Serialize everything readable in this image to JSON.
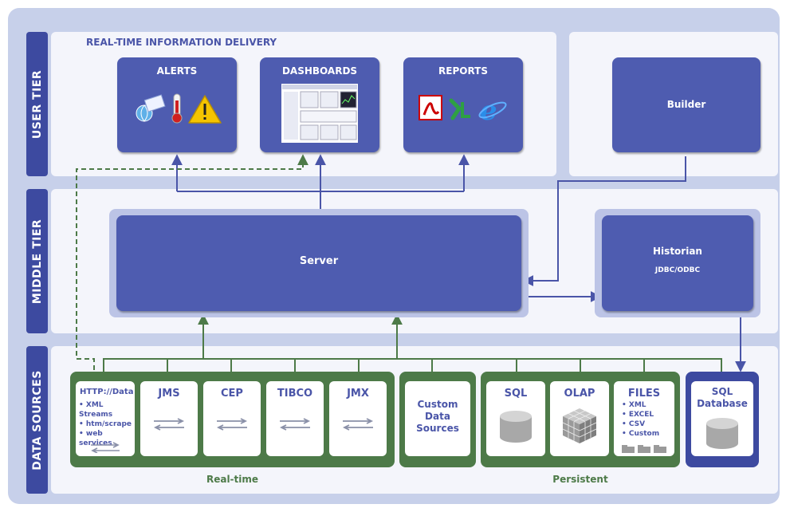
{
  "tiers": {
    "user": "USER TIER",
    "middle": "MIDDLE TIER",
    "data": "DATA SOURCES"
  },
  "user_tier": {
    "caption": "REAL-TIME INFORMATION DELIVERY",
    "alerts": {
      "label": "ALERTS",
      "icons": [
        "envelope-globe-icon",
        "thermometer-icon",
        "warning-icon"
      ]
    },
    "dashboards": {
      "label": "DASHBOARDS",
      "icons": [
        "dashboard-screenshot-icon"
      ]
    },
    "reports": {
      "label": "REPORTS",
      "icons": [
        "pdf-icon",
        "excel-icon",
        "internet-explorer-icon"
      ]
    },
    "builder": "Builder"
  },
  "middle_tier": {
    "server": "Server",
    "historian": {
      "title": "Historian",
      "subtitle": "JDBC/ODBC"
    }
  },
  "data_sources": {
    "realtime": {
      "caption": "Real-time",
      "http": {
        "title": "HTTP://Data",
        "bullets": [
          "XML Streams",
          "htm/scrape",
          "web services"
        ]
      },
      "jms": "JMS",
      "cep": "CEP",
      "tibco": "TIBCO",
      "jmx": "JMX"
    },
    "custom": "Custom Data Sources",
    "persistent": {
      "caption": "Persistent",
      "sql": "SQL",
      "olap": "OLAP",
      "files": {
        "title": "FILES",
        "bullets": [
          "XML",
          "EXCEL",
          "CSV",
          "Custom"
        ]
      }
    },
    "sql_database": "SQL Database"
  },
  "colors": {
    "frame": "#c7d0ea",
    "panel": "#f4f5fb",
    "tier_label": "#3d4aa0",
    "blue_box": "#4e5cb0",
    "green": "#4d7a48",
    "arrow_blue": "#4a55a8",
    "dashed_green": "#4d7a48"
  }
}
